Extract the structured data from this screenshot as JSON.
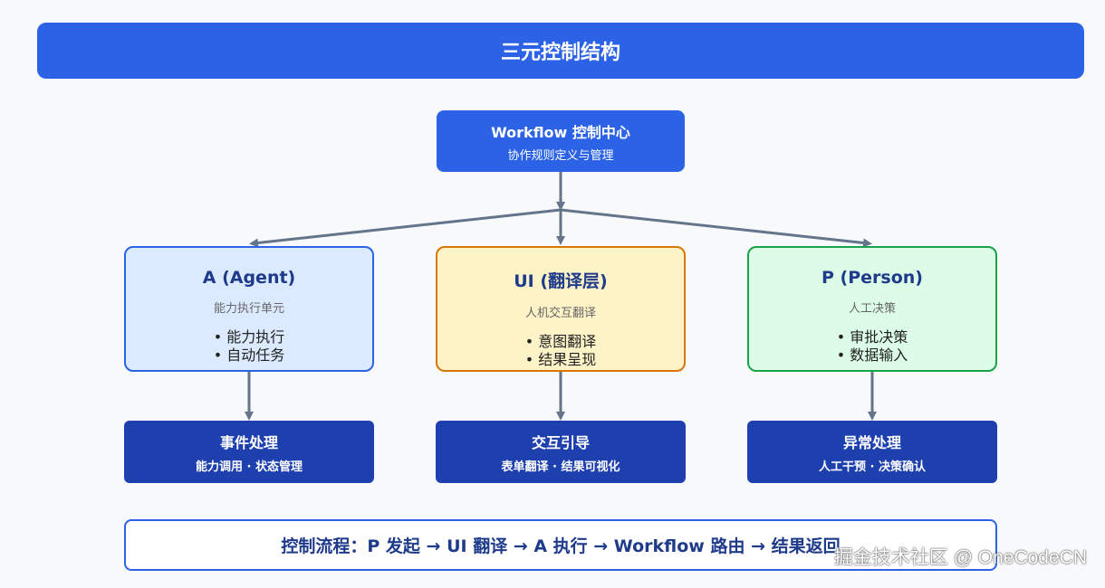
{
  "title": "三元控制结构",
  "workflow": {
    "title": "Workflow 控制中心",
    "subtitle": "协作规则定义与管理"
  },
  "roles": [
    {
      "title": "A (Agent)",
      "subtitle": "能力执行单元",
      "items": [
        "能力执行",
        "自动任务"
      ]
    },
    {
      "title": "UI (翻译层)",
      "subtitle": "人机交互翻译",
      "items": [
        "意图翻译",
        "结果呈现"
      ]
    },
    {
      "title": "P (Person)",
      "subtitle": "人工决策",
      "items": [
        "审批决策",
        "数据输入"
      ]
    }
  ],
  "bottoms": [
    {
      "title": "事件处理",
      "subtitle": "能力调用 · 状态管理"
    },
    {
      "title": "交互引导",
      "subtitle": "表单翻译 · 结果可视化"
    },
    {
      "title": "异常处理",
      "subtitle": "人工干预 · 决策确认"
    }
  ],
  "flow": "控制流程：P 发起 → UI 翻译 → A 执行 → Workflow 路由 → 结果返回",
  "watermark": "掘金技术社区 @ OneCodeCN",
  "colors": {
    "primary": "#2b62e6",
    "dark": "#1e40af",
    "agent_bg": "#dbeafe",
    "ui_bg": "#fef3c7",
    "ui_border": "#d97706",
    "person_bg": "#dcfce7",
    "person_border": "#16a34a",
    "arrow": "#64748b"
  }
}
